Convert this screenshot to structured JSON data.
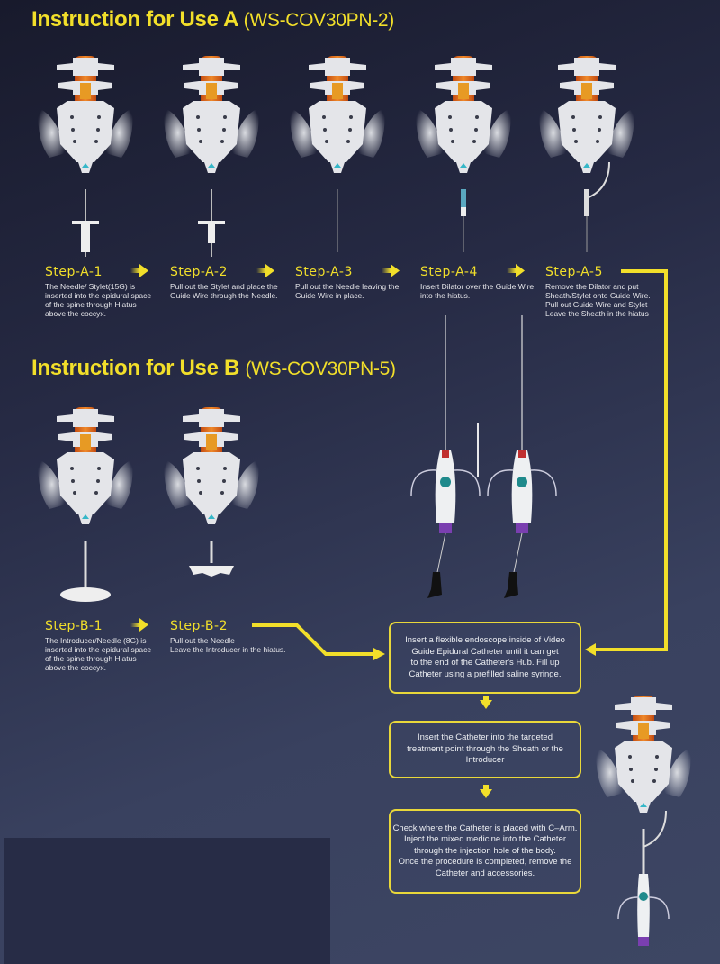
{
  "section_a": {
    "title": "Instruction for Use A",
    "code": "(WS-COV30PN-2)"
  },
  "section_b": {
    "title": "Instruction for Use B",
    "code": "(WS-COV30PN-5)"
  },
  "steps_a": [
    {
      "label": "Step-A-1",
      "text": "The Needle/ Stylet(15G) is\ninserted into the epidural space\nof the spine through Hiatus\nabove the coccyx."
    },
    {
      "label": "Step-A-2",
      "text": "Pull out the Stylet and place the\nGuide Wire through the Needle."
    },
    {
      "label": "Step-A-3",
      "text": "Pull out the Needle leaving the\nGuide Wire in place."
    },
    {
      "label": "Step-A-4",
      "text": "Insert Dilator over the Guide Wire\ninto the hiatus."
    },
    {
      "label": "Step-A-5",
      "text": "Remove the Dilator and put\nSheath/Stylet onto Guide Wire.\nPull out Guide Wire and Stylet\nLeave the Sheath in the hiatus"
    }
  ],
  "steps_b": [
    {
      "label": "Step-B-1",
      "text": "The Introducer/Needle (8G) is\ninserted into the epidural space\nof the spine through Hiatus\nabove the coccyx."
    },
    {
      "label": "Step-B-2",
      "text": "Pull out the Needle\nLeave the Introducer in the hiatus."
    }
  ],
  "boxes": [
    "Insert a flexible endoscope inside of Video\nGuide Epidural Catheter until it can get\nto the end of the Catheter's Hub. Fill up\nCatheter using a prefilled saline syringe.",
    "Insert the Catheter into the targeted\ntreatment point through the Sheath or the\nIntroducer",
    "Check where the Catheter is placed with C–Arm.\nInject the mixed medicine into the Catheter\nthrough the injection hole of the body.\nOnce the procedure is completed, remove the\nCatheter and accessories."
  ],
  "colors": {
    "accent": "#f2df2a",
    "background": "#262a44"
  }
}
